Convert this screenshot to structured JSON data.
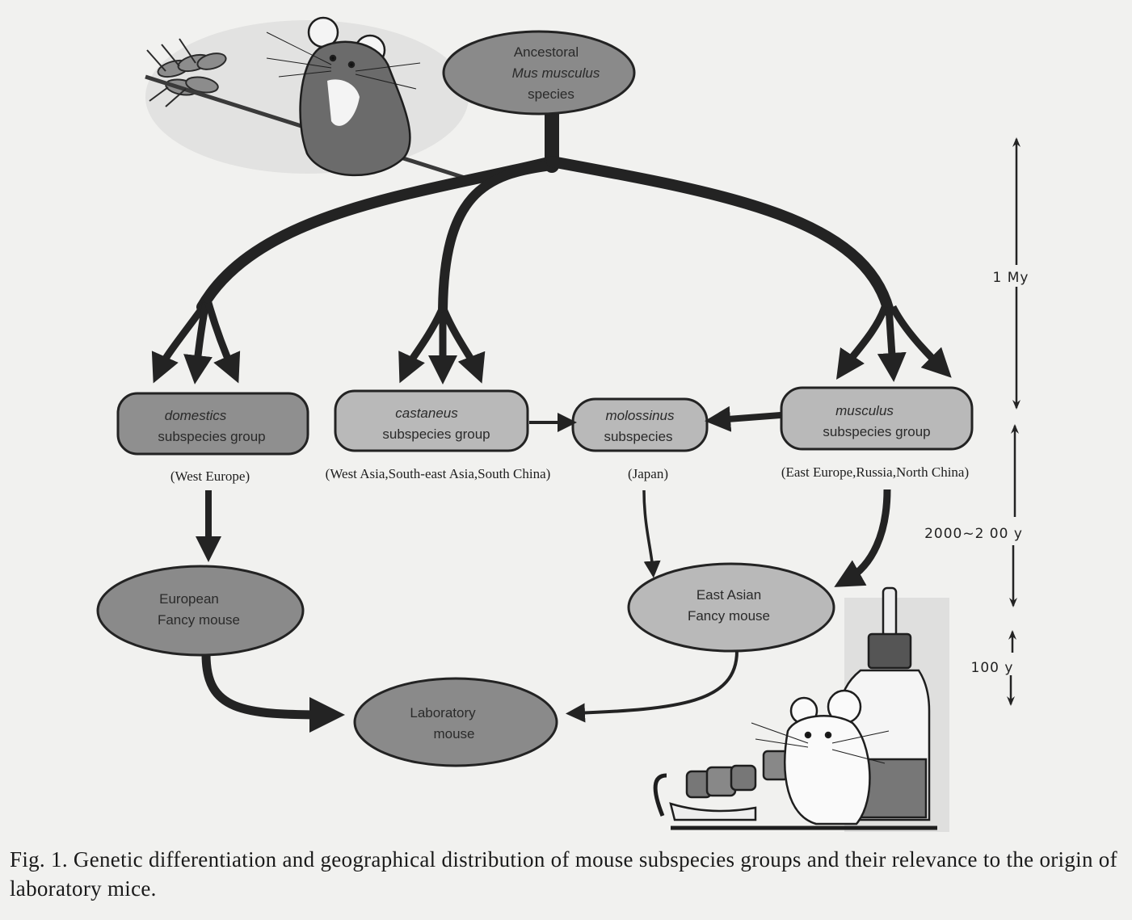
{
  "figure": {
    "caption": "Fig. 1.  Genetic differentiation and geographical distribution of mouse subspecies groups and their relevance to the origin of laboratory mice."
  },
  "nodes": {
    "ancestor": {
      "line1": "Ancestoral",
      "line2": "Mus musculus",
      "line3": "species"
    },
    "domestics": {
      "name": "domestics",
      "type": "subspecies group",
      "region": "(West Europe)"
    },
    "castaneus": {
      "name": "castaneus",
      "type": "subspecies group",
      "region": "(West Asia,South-east Asia,South China)"
    },
    "molossinus": {
      "name": "molossinus",
      "type": "subspecies",
      "region": "(Japan)"
    },
    "musculus": {
      "name": "musculus",
      "type": "subspecies group",
      "region": "(East Europe,Russia,North China)"
    },
    "european_fancy": {
      "line1": "European",
      "line2": "Fancy mouse"
    },
    "east_asian_fancy": {
      "line1": "East Asian",
      "line2": "Fancy mouse"
    },
    "laboratory": {
      "line1": "Laboratory",
      "line2": "mouse"
    }
  },
  "edges": [
    {
      "from": "ancestor",
      "to": "domestics"
    },
    {
      "from": "ancestor",
      "to": "castaneus"
    },
    {
      "from": "ancestor",
      "to": "musculus"
    },
    {
      "from": "castaneus",
      "to": "molossinus"
    },
    {
      "from": "musculus",
      "to": "molossinus"
    },
    {
      "from": "domestics",
      "to": "european_fancy"
    },
    {
      "from": "molossinus",
      "to": "east_asian_fancy"
    },
    {
      "from": "musculus",
      "to": "east_asian_fancy"
    },
    {
      "from": "european_fancy",
      "to": "laboratory"
    },
    {
      "from": "east_asian_fancy",
      "to": "laboratory"
    }
  ],
  "timescale": {
    "span1": "1 My",
    "span2": "2000~2 00 y",
    "span3": "100 y"
  },
  "colors": {
    "node_dark": "#8a8a8a",
    "node_light": "#b9b9b9",
    "stroke": "#232323",
    "background": "#f1f1ef"
  }
}
